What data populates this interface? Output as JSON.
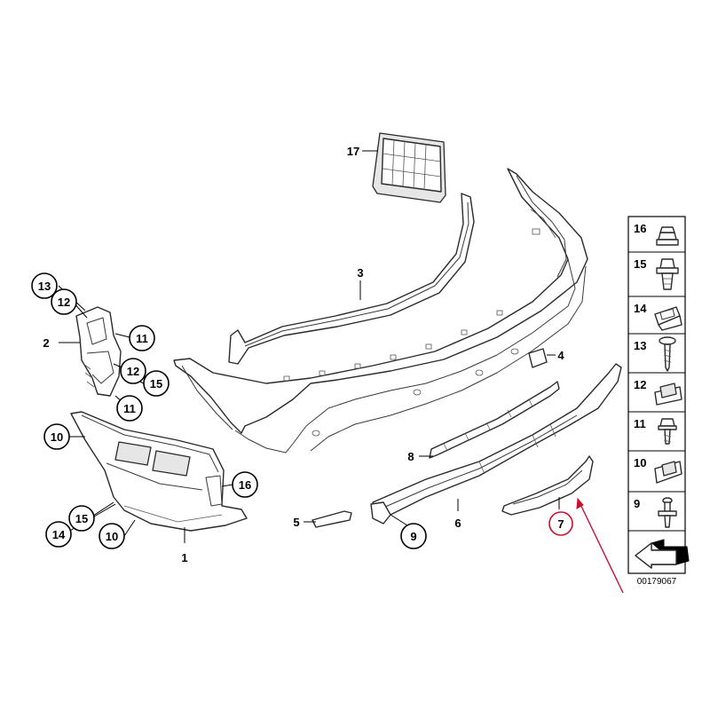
{
  "diagram": {
    "callouts": [
      {
        "id": "c13",
        "label": "13"
      },
      {
        "id": "c12a",
        "label": "12"
      },
      {
        "id": "c2",
        "label": "2"
      },
      {
        "id": "c11a",
        "label": "11"
      },
      {
        "id": "c12b",
        "label": "12"
      },
      {
        "id": "c15a",
        "label": "15"
      },
      {
        "id": "c11b",
        "label": "11"
      },
      {
        "id": "c10a",
        "label": "10"
      },
      {
        "id": "c16",
        "label": "16"
      },
      {
        "id": "c15b",
        "label": "15"
      },
      {
        "id": "c14",
        "label": "14"
      },
      {
        "id": "c10b",
        "label": "10"
      },
      {
        "id": "c1",
        "label": "1"
      },
      {
        "id": "c17",
        "label": "17"
      },
      {
        "id": "c3",
        "label": "3"
      },
      {
        "id": "c4",
        "label": "4"
      },
      {
        "id": "c8",
        "label": "8"
      },
      {
        "id": "c5",
        "label": "5"
      },
      {
        "id": "c9",
        "label": "9"
      },
      {
        "id": "c6",
        "label": "6"
      },
      {
        "id": "c7",
        "label": "7"
      }
    ],
    "legend": {
      "items": [
        {
          "label": "16",
          "icon": "flange-nut-icon"
        },
        {
          "label": "15",
          "icon": "expanding-nut-icon"
        },
        {
          "label": "14",
          "icon": "clip-nut-icon"
        },
        {
          "label": "13",
          "icon": "self-tapping-screw-icon"
        },
        {
          "label": "12",
          "icon": "u-nut-icon"
        },
        {
          "label": "11",
          "icon": "hex-screw-icon"
        },
        {
          "label": "10",
          "icon": "spring-nut-icon"
        },
        {
          "label": "9",
          "icon": "rivet-screw-icon"
        }
      ],
      "arrow_icon": "direction-arrow-icon"
    },
    "drawing_number": "00179067",
    "highlighted_part": "7",
    "highlight_color": "#c8102e"
  }
}
